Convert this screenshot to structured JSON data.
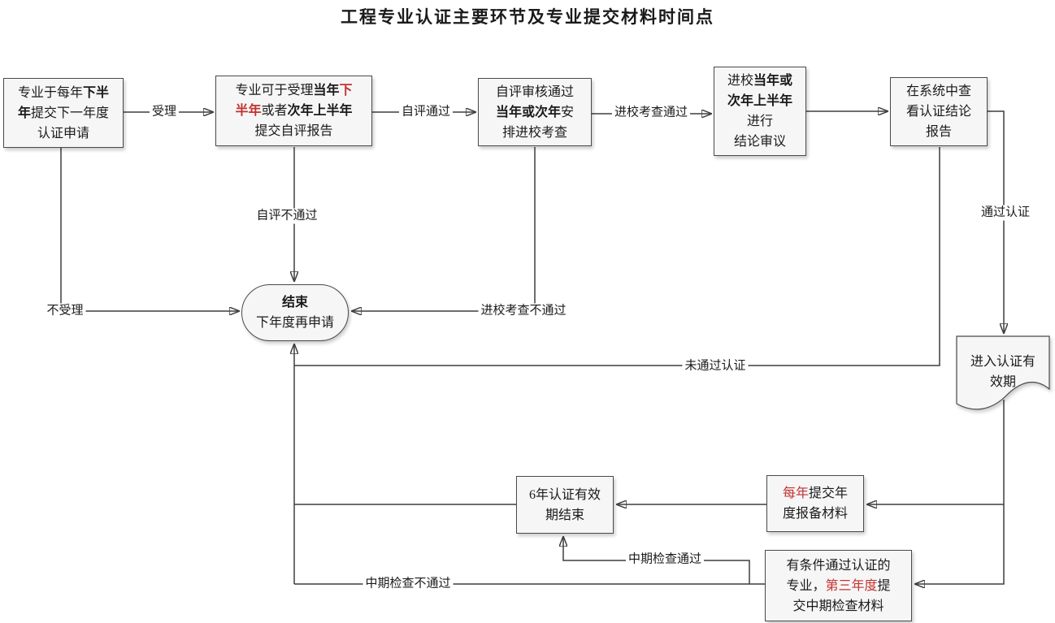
{
  "title": "工程专业认证主要环节及专业提交材料时间点",
  "colors": {
    "red": "#c43131",
    "line": "#3f3f3f",
    "border": "#4a4a4a",
    "fill": "#f6f6f6"
  },
  "nodes": {
    "apply": {
      "segments": [
        {
          "text": "专业于每年"
        },
        {
          "text": "下半年",
          "bold": true
        },
        {
          "text": "提交下一年度认证申请"
        }
      ]
    },
    "self_report": {
      "segments": [
        {
          "text": "专业可于受理"
        },
        {
          "text": "当年",
          "bold": true
        },
        {
          "text": "下半年",
          "bold": true,
          "red": true
        },
        {
          "text": "或者"
        },
        {
          "text": "次年上半年",
          "bold": true
        },
        {
          "text": "提交自评报告"
        }
      ]
    },
    "site_visit": {
      "segments": [
        {
          "text": "自评审核通过"
        },
        {
          "text": "当年或次年",
          "bold": true
        },
        {
          "text": "安排进校考查"
        }
      ]
    },
    "conclusion": {
      "segments": [
        {
          "text": "进校"
        },
        {
          "text": "当年或次年上半年",
          "bold": true
        },
        {
          "br": true
        },
        {
          "text": "进行"
        },
        {
          "br": true
        },
        {
          "text": "结论审议"
        }
      ]
    },
    "view_report": {
      "segments": [
        {
          "text": "在系统中查看认证结论报告"
        }
      ]
    },
    "end": {
      "segments": [
        {
          "text": "结束",
          "bold": true
        },
        {
          "br": true
        },
        {
          "text": "下年度再申请"
        }
      ]
    },
    "validity": {
      "segments": [
        {
          "text": "进入认证有效期"
        }
      ]
    },
    "six_year_end": {
      "segments": [
        {
          "text": "6年认证有效期结束"
        }
      ]
    },
    "annual_report": {
      "segments": [
        {
          "text": "每年",
          "red": true
        },
        {
          "text": "提交年度报备材料"
        }
      ]
    },
    "mid_term": {
      "segments": [
        {
          "text": "有条件通过认证的专业，"
        },
        {
          "text": "第三年度",
          "red": true
        },
        {
          "text": "提交中期检查材料"
        }
      ]
    }
  },
  "edge_labels": {
    "accepted": "受理",
    "self_eval_passed": "自评通过",
    "site_visit_passed": "进校考查通过",
    "self_eval_failed": "自评不通过",
    "not_accepted": "不受理",
    "site_visit_failed": "进校考查不通过",
    "certified": "通过认证",
    "not_certified": "未通过认证",
    "mid_term_passed": "中期检查通过",
    "mid_term_failed": "中期检查不通过"
  }
}
